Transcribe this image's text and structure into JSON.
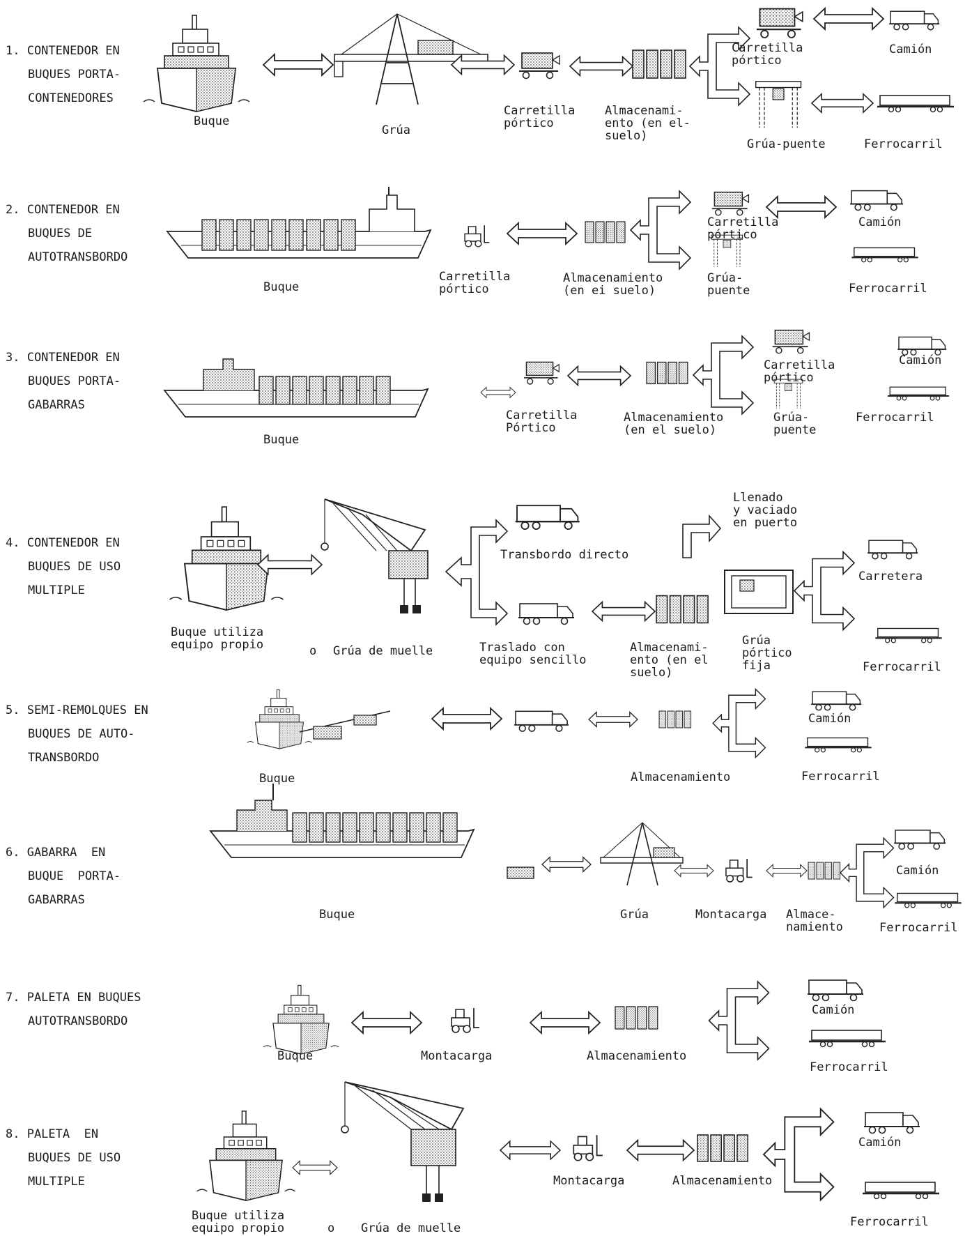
{
  "rows": [
    {
      "title": [
        "1. CONTENEDOR EN",
        "BUQUES PORTA-",
        "CONTENEDORES"
      ],
      "labels": {
        "ship": "Buque",
        "crane": "Grúa",
        "straddle": "Carretilla\npórtico",
        "storage": "Almacenami-\nento (en el-\nsuelo)",
        "straddle2": "Carretilla\npórtico",
        "bridge": "Grúa-puente",
        "truck": "Camión",
        "rail": "Ferrocarril"
      }
    },
    {
      "title": [
        "2. CONTENEDOR EN",
        "BUQUES DE",
        "AUTOTRANSBORDO"
      ],
      "labels": {
        "ship": "Buque",
        "straddle": "Carretilla\npórtico",
        "storage": "Almacenamiento\n(en ei suelo)",
        "straddle2": "Carretilla\npórtico",
        "bridge": "Grúa-\npuente",
        "truck": "Camión",
        "rail": "Ferrocarril"
      }
    },
    {
      "title": [
        "3. CONTENEDOR EN",
        "BUQUES PORTA-",
        "GABARRAS"
      ],
      "labels": {
        "ship": "Buque",
        "straddle": "Carretilla\nPórtico",
        "storage": "Almacenamiento\n(en el suelo)",
        "straddle2": "Carretilla\npórtico",
        "bridge": "Grúa-\npuente",
        "truck": "Camión",
        "rail": "Ferrocarril"
      }
    },
    {
      "title": [
        "4. CONTENEDOR EN",
        "BUQUES DE USO",
        "MULTIPLE"
      ],
      "labels": {
        "ship": "Buque utiliza\nequipo propio",
        "or": "o",
        "crane": "Grúa de muelle",
        "fill": "Llenado\ny vaciado\nen puerto",
        "direct": "Transbordo directo",
        "transfer": "Traslado con\nequipo sencillo",
        "storage": "Almacenami-\nento (en el\nsuelo)",
        "gantry": "Grúa\npórtico\nfija",
        "road": "Carretera",
        "rail": "Ferrocarril"
      }
    },
    {
      "title": [
        "5. SEMI-REMOLQUES EN",
        "BUQUES DE AUTO-",
        "TRANSBORDO"
      ],
      "labels": {
        "ship": "Buque",
        "storage": "Almacenamiento",
        "truck": "Camión",
        "rail": "Ferrocarril"
      }
    },
    {
      "title": [
        "6. GABARRA  EN",
        "BUQUE  PORTA-",
        "GABARRAS"
      ],
      "labels": {
        "ship": "Buque",
        "crane": "Grúa",
        "forklift": "Montacarga",
        "storage": "Almace-\nnamiento",
        "truck": "Camión",
        "rail": "Ferrocarril"
      }
    },
    {
      "title": [
        "7. PALETA EN BUQUES",
        "AUTOTRANSBORDO"
      ],
      "labels": {
        "ship": "Buque",
        "forklift": "Montacarga",
        "storage": "Almacenamiento",
        "truck": "Camión",
        "rail": "Ferrocarril"
      }
    },
    {
      "title": [
        "8. PALETA  EN",
        "BUQUES DE USO",
        "MULTIPLE"
      ],
      "labels": {
        "ship": "Buque utiliza\nequipo propio",
        "or": "o",
        "crane": "Grúa de muelle",
        "forklift": "Montacarga",
        "storage": "Almacenamiento",
        "truck": "Camión",
        "rail": "Ferrocarril"
      }
    }
  ]
}
